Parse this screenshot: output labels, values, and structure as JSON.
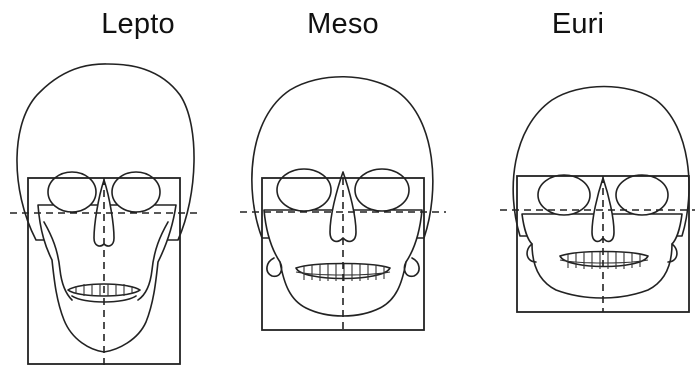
{
  "labels": {
    "lepto": "Lepto",
    "meso": "Meso",
    "euri": "Euri"
  }
}
